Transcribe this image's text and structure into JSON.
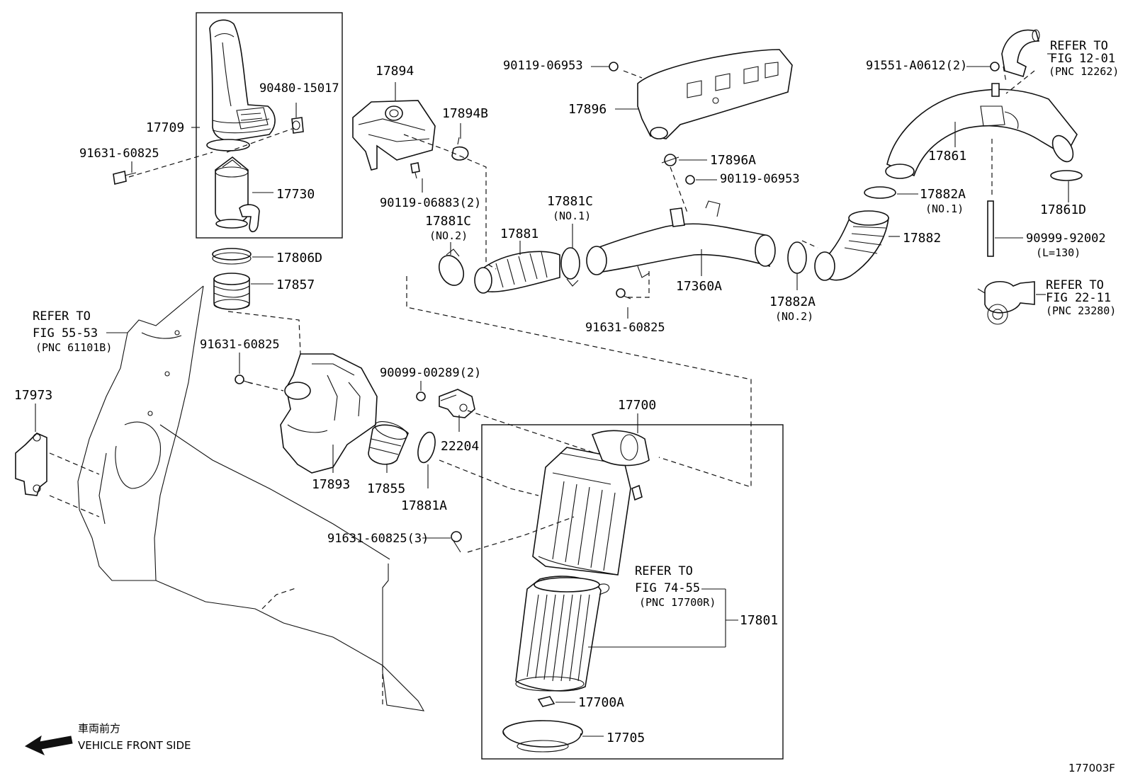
{
  "labels": {
    "p17709": "17709",
    "p90480": "90480-15017",
    "p91631_top": "91631-60825",
    "p17730": "17730",
    "p17806D": "17806D",
    "p17857": "17857",
    "p17894": "17894",
    "p17894B": "17894B",
    "p90119_06883": "90119-06883(2)",
    "p17881C_no2": "17881C",
    "no2_a": "(NO.2)",
    "p17881": "17881",
    "p17881C_no1": "17881C",
    "no1_a": "(NO.1)",
    "p90119_top": "90119-06953",
    "p17896": "17896",
    "p17896A": "17896A",
    "p90119_mid": "90119-06953",
    "p17360A": "17360A",
    "p91631_mid": "91631-60825",
    "p17882A_no2": "17882A",
    "no2_b": "(NO.2)",
    "p91551": "91551-A0612(2)",
    "p17861": "17861",
    "p17882A_no1": "17882A",
    "no1_b": "(NO.1)",
    "p17882": "17882",
    "p17861D": "17861D",
    "p90999_92002": "90999-92002",
    "l130": "(L=130)",
    "p91631_left": "91631-60825",
    "p90099": "90099-00289(2)",
    "p17973": "17973",
    "p17893": "17893",
    "p17855": "17855",
    "p17881A": "17881A",
    "p22204": "22204",
    "p17700": "17700",
    "p91631_3": "91631-60825(3)",
    "p17801": "17801",
    "p17700A": "17700A",
    "p17705": "17705",
    "code": "177003F"
  },
  "refs": {
    "r1": {
      "line1": "REFER TO",
      "line2": "FIG 12-01",
      "line3": "(PNC 12262)"
    },
    "r2": {
      "line1": "REFER TO",
      "line2": "FIG 22-11",
      "line3": "(PNC 23280)"
    },
    "r3": {
      "line1": "REFER TO",
      "line2": "FIG 55-53",
      "line3": "(PNC 61101B)"
    },
    "r4": {
      "line1": "REFER TO",
      "line2": "FIG 74-55",
      "line3": "(PNC 17700R)"
    }
  },
  "direction": {
    "jp": "車両前方",
    "en": "VEHICLE FRONT SIDE"
  }
}
